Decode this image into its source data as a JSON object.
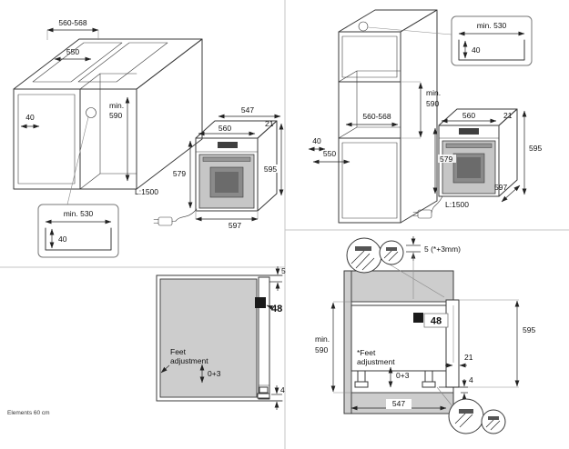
{
  "colors": {
    "line": "#3a3a3a",
    "panel_gray": "#cdcdcd",
    "bracket_black": "#1a1a1a"
  },
  "footer": {
    "note": "Elements 60 cm"
  },
  "top_left": {
    "cabinet": {
      "niche_width": "560-568",
      "inner_width": "550",
      "side_dim": "40",
      "niche_min_label": "min.",
      "niche_min_value": "590"
    },
    "recess_detail": {
      "depth": "min. 530",
      "height": "40"
    },
    "oven": {
      "depth": "547",
      "front_offset": "21",
      "body_width": "560",
      "front_height": "579",
      "height": "595",
      "width": "597",
      "cable_length": "L:1500"
    }
  },
  "top_right": {
    "recess_detail": {
      "depth": "min. 530",
      "height": "40"
    },
    "cabinet": {
      "niche_min_label": "min.",
      "niche_min_value": "590",
      "niche_width": "560-568",
      "side_dim": "40",
      "inner_width": "550"
    },
    "oven": {
      "body_width": "560",
      "front_offset": "21",
      "front_height": "579",
      "height": "595",
      "width": "597",
      "cable_length": "L:1500"
    }
  },
  "bottom_left": {
    "top_gap": "5",
    "bracket_height": "48",
    "feet_label_1": "Feet",
    "feet_label_2": "adjustment",
    "adjust_range": "0+3",
    "bottom_gap": "4"
  },
  "bottom_right": {
    "top_gap": "5 (*+3mm)",
    "bracket_height": "48",
    "min_label": "min.",
    "min_value": "590",
    "height": "595",
    "front_offset": "21",
    "feet_label_1": "*Feet",
    "feet_label_2": "adjustment",
    "adjust_range": "0+3",
    "bottom_gap": "4",
    "depth": "547"
  }
}
